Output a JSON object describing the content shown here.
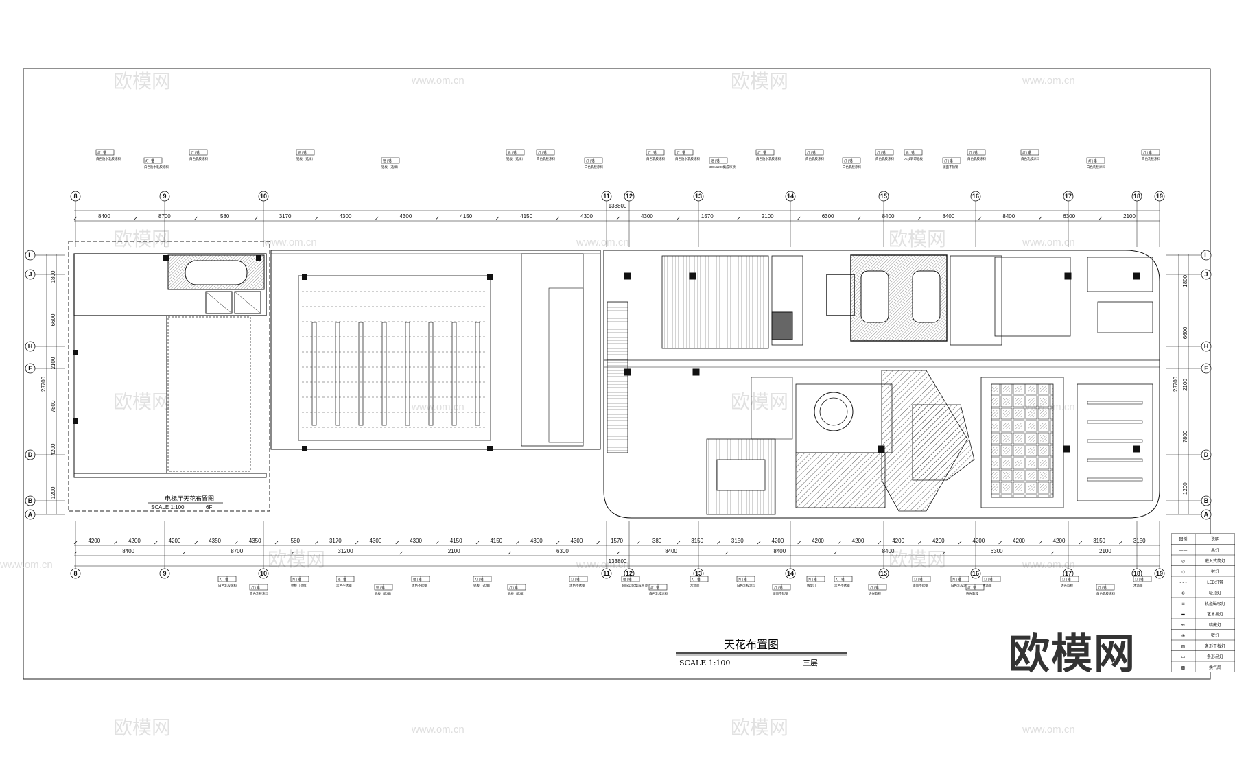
{
  "drawing": {
    "main_title": "天花布置图",
    "main_scale": "SCALE 1:100",
    "floor": "三层",
    "inset_title": "电梯厅天花布置图",
    "inset_scale": "SCALE 1:100",
    "inset_floor": "6F"
  },
  "watermarks": {
    "logo_text": "欧模网",
    "url_text": "www.om.cn"
  },
  "corner_logo": "欧模网",
  "grid_axes": {
    "top_labels": [
      "8",
      "9",
      "10",
      "11",
      "12",
      "13",
      "14",
      "15",
      "16",
      "17",
      "18",
      "19"
    ],
    "bottom_labels": [
      "8",
      "9",
      "10",
      "11",
      "12",
      "13",
      "14",
      "15",
      "16",
      "17",
      "18",
      "19"
    ],
    "left_labels": [
      "L",
      "J",
      "H",
      "F",
      "D",
      "B",
      "A"
    ],
    "right_labels": [
      "L",
      "J",
      "H",
      "F",
      "D",
      "B",
      "A"
    ]
  },
  "dimensions": {
    "top_row": [
      "8400",
      "8700",
      "580",
      "3170",
      "4300",
      "4300",
      "4150",
      "4150",
      "4300",
      "4300",
      "1570",
      "2100",
      "6300",
      "8400",
      "8400",
      "8400",
      "6300",
      "2100"
    ],
    "top_total": "133800",
    "bottom_row1": [
      "4200",
      "4200",
      "4200",
      "4350",
      "4350",
      "580",
      "3170",
      "4300",
      "4300",
      "4150",
      "4150",
      "4300",
      "4300",
      "1570",
      "380",
      "3150",
      "3150",
      "4200",
      "4200",
      "4200",
      "4200",
      "4200",
      "4200",
      "4200",
      "4200",
      "3150",
      "3150"
    ],
    "bottom_row2": [
      "8400",
      "8700",
      "31200",
      "2100",
      "6300",
      "8400",
      "8400",
      "8400",
      "6300",
      "2100"
    ],
    "bottom_total": "133800",
    "left_side": [
      "1800",
      "6600",
      "2100",
      "7800",
      "4200",
      "1200"
    ],
    "left_total": "23700",
    "right_side": [
      "1800",
      "6600",
      "2100",
      "7800",
      "1200"
    ],
    "right_total": "23700"
  },
  "material_tags_top": [
    [
      "灯 | 铝",
      "白色防水乳胶涂料"
    ],
    [
      "灯 | 铝",
      "白色防水乳胶涂料"
    ],
    [
      "灯 | 铝",
      "白色乳胶涂料"
    ],
    [
      "铝 | 铝",
      "铝板（选样）"
    ],
    [
      "铝 | 铝",
      "铝板（选样）"
    ],
    [
      "铝 | 铝",
      "铝板（选样）"
    ],
    [
      "灯 | 铝",
      "白色乳胶涂料"
    ],
    [
      "灯 | 铝",
      "白色乳胶涂料"
    ],
    [
      "灯 | 铝",
      "白色乳胶涂料"
    ],
    [
      "灯 | 铝",
      "白色防水乳胶涂料"
    ],
    [
      "铝 | 铝",
      "300x1200集成吊顶"
    ],
    [
      "灯 | 铝",
      "白色防水乳胶涂料"
    ],
    [
      "灯 | 铝",
      "白色乳胶涂料"
    ],
    [
      "灯 | 铝",
      "白色乳胶涂料"
    ],
    [
      "灯 | 铝",
      "白色乳胶涂料"
    ],
    [
      "铝 | 铝",
      "木纹转印铝板"
    ],
    [
      "灯 | 铝",
      "镜面不锈钢"
    ],
    [
      "灯 | 铝",
      "白色乳胶涂料"
    ],
    [
      "灯 | 铝",
      "白色乳胶涂料"
    ],
    [
      "灯 | 铝",
      "白色乳胶涂料"
    ],
    [
      "灯 | 铝",
      "白色乳胶涂料"
    ]
  ],
  "material_tags_bottom": [
    [
      "灯 | 铝",
      "白色乳胶涂料"
    ],
    [
      "灯 | 铝",
      "白色乳胶涂料"
    ],
    [
      "灯 | 铝",
      "铝板（选样）"
    ],
    [
      "铝 | 铝",
      "黑色不锈钢"
    ],
    [
      "铝 | 铝",
      "铝板（选样）"
    ],
    [
      "铝 | 铝",
      "黑色不锈钢"
    ],
    [
      "灯 | 铝",
      "铝板（选样）"
    ],
    [
      "灯 | 铝",
      "铝板（选样）"
    ],
    [
      "灯 | 铝",
      "黑色不锈钢"
    ],
    [
      "铝 | 铝",
      "300x1200集成吊顶"
    ],
    [
      "灯 | 铝",
      "白色乳胶涂料"
    ],
    [
      "灯 | 铝",
      "木饰面"
    ],
    [
      "灯 | 铝",
      "白色乳胶涂料"
    ],
    [
      "灯 | 铝",
      "镜面不锈钢"
    ],
    [
      "灯 | 铝",
      "线型灯"
    ],
    [
      "灯 | 铝",
      "黑色不锈钢"
    ],
    [
      "灯 | 铝",
      "透光软膜"
    ],
    [
      "灯 | 铝",
      "镜面不锈钢"
    ],
    [
      "灯 | 铝",
      "白色乳胶涂料"
    ],
    [
      "灯 | 铝",
      "透光软膜"
    ],
    [
      "灯 | 铝",
      "木饰面"
    ],
    [
      "灯 | 铝",
      "透光软膜"
    ],
    [
      "灯 | 铝",
      "白色乳胶涂料"
    ],
    [
      "灯 | 铝",
      "木饰面"
    ]
  ],
  "legend": {
    "header": [
      "图例",
      "说明"
    ],
    "rows": [
      {
        "symbol": "——",
        "label": "吊灯"
      },
      {
        "symbol": "◎",
        "label": "嵌入式筒灯"
      },
      {
        "symbol": "◇",
        "label": "射灯"
      },
      {
        "symbol": "- - -",
        "label": "LED灯带"
      },
      {
        "symbol": "⊗",
        "label": "吸顶灯"
      },
      {
        "symbol": "≡",
        "label": "轨道磁吸灯"
      },
      {
        "symbol": "▬",
        "label": "艺术吊灯"
      },
      {
        "symbol": "⇆",
        "label": "暗藏灯"
      },
      {
        "symbol": "⊕",
        "label": "壁灯"
      },
      {
        "symbol": "▨",
        "label": "条形平板灯"
      },
      {
        "symbol": "▭",
        "label": "条形吊灯"
      },
      {
        "symbol": "▩",
        "label": "换气扇"
      }
    ]
  }
}
